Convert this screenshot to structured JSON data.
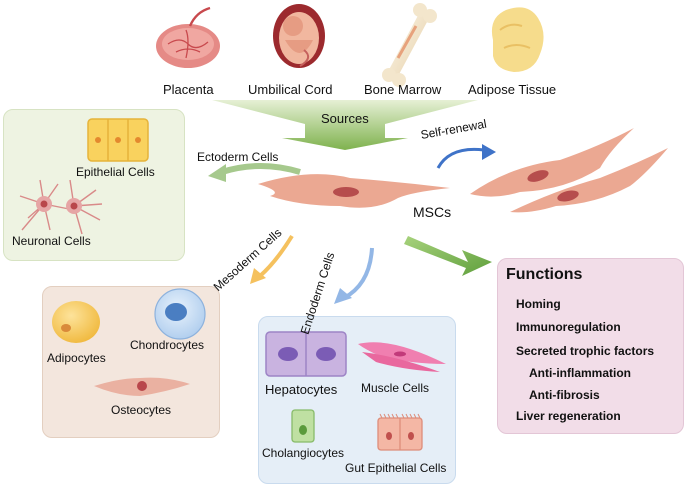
{
  "sources": {
    "items": [
      "Placenta",
      "Umbilical Cord",
      "Bone Marrow",
      "Adipose Tissue"
    ],
    "label": "Sources"
  },
  "center": {
    "label": "MSCs",
    "self_renewal": "Self-renewal"
  },
  "arrows": {
    "ectoderm": "Ectoderm Cells",
    "mesoderm": "Mesoderm Cells",
    "endoderm": "Endoderm Cells"
  },
  "ectoderm_panel": {
    "epithelial": "Epithelial Cells",
    "neuronal": "Neuronal Cells"
  },
  "mesoderm_panel": {
    "adipocytes": "Adipocytes",
    "chondrocytes": "Chondrocytes",
    "osteocytes": "Osteocytes"
  },
  "endoderm_panel": {
    "hepatocytes": "Hepatocytes",
    "muscle": "Muscle Cells",
    "cholangiocytes": "Cholangiocytes",
    "gut": "Gut Epithelial Cells"
  },
  "functions": {
    "title": "Functions",
    "items": [
      "Homing",
      "Immunoregulation",
      "Secreted trophic factors",
      "Anti-inflammation",
      "Anti-fibrosis",
      "Liver regeneration"
    ]
  },
  "colors": {
    "ectoderm_bg": "#eef3e2",
    "mesoderm_bg": "#f3e6dd",
    "endoderm_bg": "#e5eef7",
    "functions_bg": "#f2dde8",
    "green_arrow": "#8cbf5e",
    "blue_arrow": "#3f73c8",
    "cell_pink": "#e9a091"
  }
}
